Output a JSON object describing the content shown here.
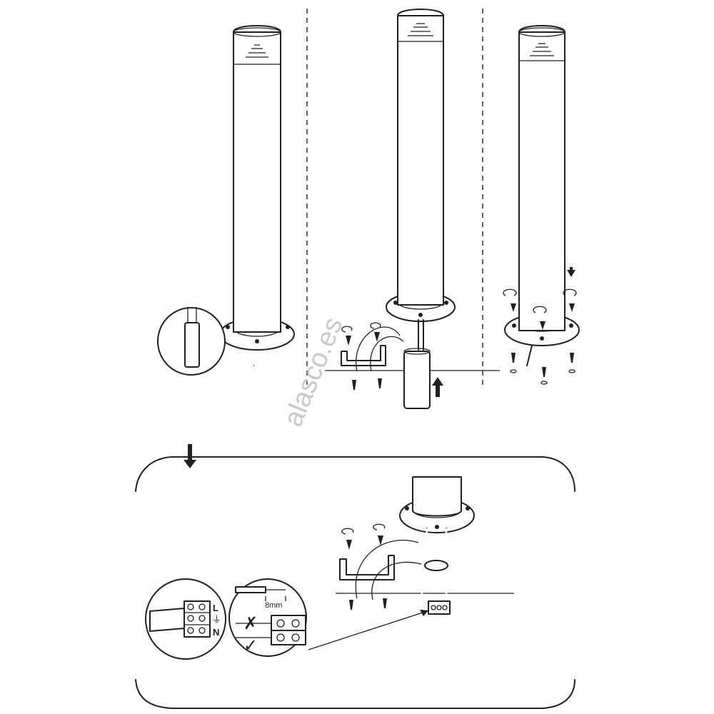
{
  "watermark": "alasco.es",
  "colors": {
    "ink": "#231f20",
    "paper": "#ffffff",
    "watermark": "#c9c9c9"
  },
  "wiring": {
    "terminal_labels": [
      "L",
      "⏚",
      "N"
    ],
    "strip_length": "8mm",
    "wrong_mark": "✗",
    "right_mark": "✓"
  },
  "icons": [
    "rotate-arrow-icon",
    "down-arrow-icon",
    "up-arrow-icon",
    "screw-icon",
    "wall-plug-icon"
  ]
}
